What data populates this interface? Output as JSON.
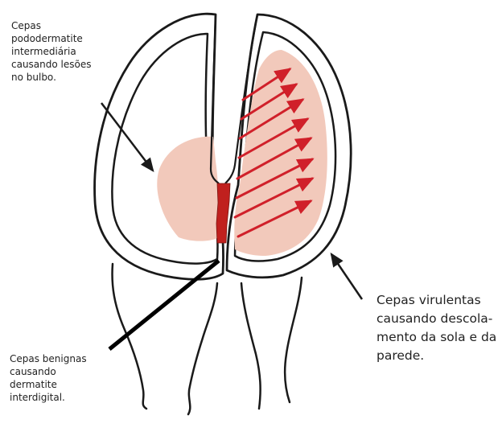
{
  "labels": {
    "top_left": "Cepas\npododermatite\nintermediária\ncausando lesões\nno bulbo.",
    "right": "Cepas virulentas\ncausando descola-\nmento da sola e da\nparede.",
    "bottom_left": "Cepas benignas\ncausando\ndermatite\ninterdigital."
  },
  "colors": {
    "outline": "#1a1a1a",
    "lesion_fill": "#f2c9bb",
    "interdigital_lesion": "#c0201e",
    "arrows": "#d0202a",
    "pointer_line": "#000000"
  },
  "icons": {
    "lesion_direction": "arrow-right-up"
  }
}
